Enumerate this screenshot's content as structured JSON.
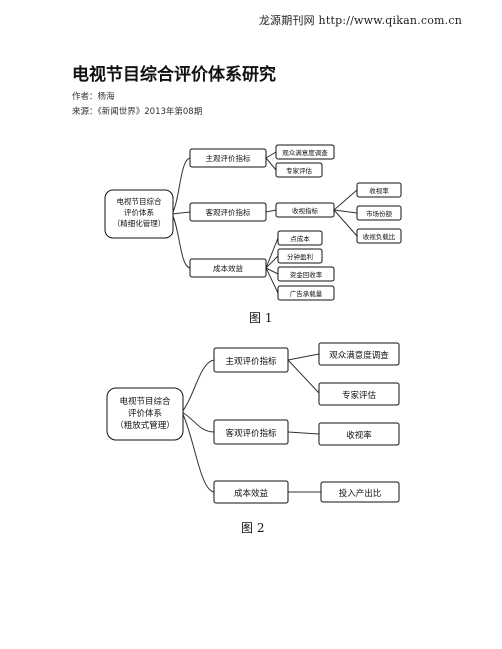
{
  "header": {
    "watermark": "龙源期刊网 http://www.qikan.com.cn"
  },
  "article": {
    "title": "电视节目综合评价体系研究",
    "author": "作者：杨海",
    "source": "来源：《新闻世界》2013年第08期"
  },
  "figure1": {
    "root": [
      "电视节目综合",
      "评价体系",
      "（精细化管理）"
    ],
    "subjective": "主观评价指标",
    "subjective_children": [
      "观众满意度调查",
      "专家评估"
    ],
    "objective": "客观评价指标",
    "objective_child": "收视指标",
    "objective_grandchildren": [
      "收视率",
      "市场份额",
      "收视负载比"
    ],
    "cost": "成本效益",
    "cost_children": [
      "点成本",
      "分钟盈利",
      "资金回收率",
      "广告承载量"
    ],
    "caption": "图 1"
  },
  "figure2": {
    "root": [
      "电视节目综合",
      "评价体系",
      "（粗放式管理）"
    ],
    "subjective": "主观评价指标",
    "subjective_children": [
      "观众满意度调查",
      "专家评估"
    ],
    "objective": "客观评价指标",
    "objective_child": "收视率",
    "cost": "成本效益",
    "cost_child": "投入产出比",
    "caption": "图 2"
  }
}
